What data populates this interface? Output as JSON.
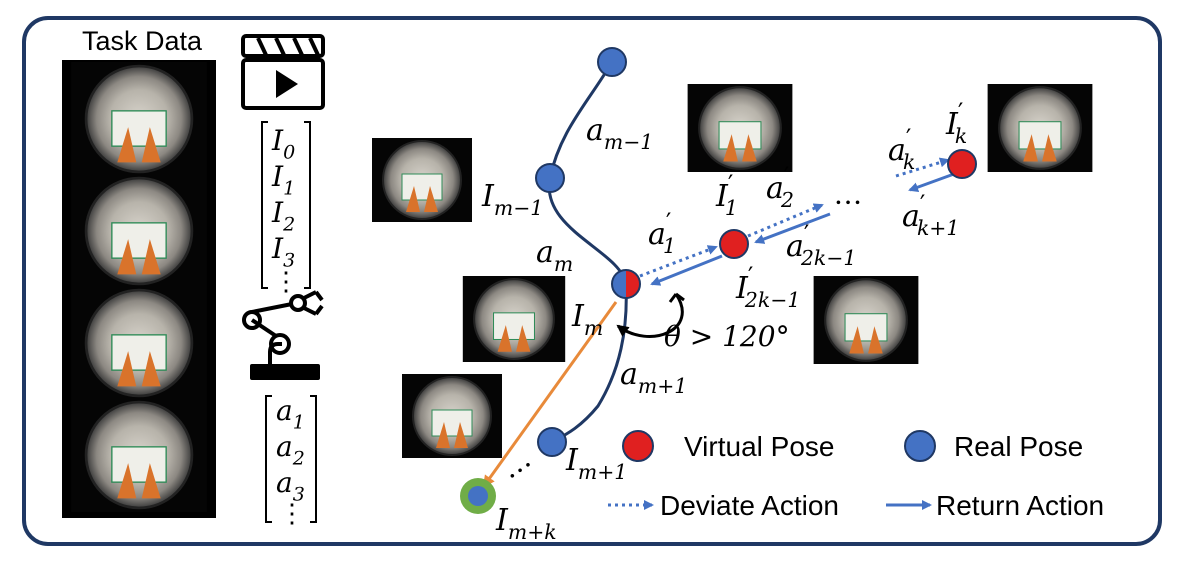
{
  "figure": {
    "task_data_title": "Task Data",
    "image_sequence": [
      "I",
      "I",
      "I",
      "I"
    ],
    "image_subscripts": [
      "0",
      "1",
      "2",
      "3"
    ],
    "action_sequence": [
      "a",
      "a",
      "a"
    ],
    "action_subscripts": [
      "1",
      "2",
      "3"
    ],
    "icons": [
      "film-clapper-icon",
      "robot-arm-icon"
    ]
  },
  "trajectory": {
    "labels": {
      "a_m_minus_1": {
        "base": "a",
        "sub": "m−1",
        "prime": ""
      },
      "I_m_minus_1": {
        "base": "I",
        "sub": "m−1",
        "prime": ""
      },
      "a_m": {
        "base": "a",
        "sub": "m",
        "prime": ""
      },
      "I_m": {
        "base": "I",
        "sub": "m",
        "prime": ""
      },
      "a_m_plus_1": {
        "base": "a",
        "sub": "m+1",
        "prime": ""
      },
      "I_m_plus_1": {
        "base": "I",
        "sub": "m+1",
        "prime": ""
      },
      "I_m_plus_k": {
        "base": "I",
        "sub": "m+k",
        "prime": ""
      },
      "a1p": {
        "base": "a",
        "sub": "1",
        "prime": "′"
      },
      "I1p": {
        "base": "I",
        "sub": "1",
        "prime": "′"
      },
      "a2p": {
        "base": "a",
        "sub": "2",
        "prime": "′"
      },
      "a2k1p": {
        "base": "a",
        "sub": "2k−1",
        "prime": "′"
      },
      "I2k1p": {
        "base": "I",
        "sub": "2k−1",
        "prime": "′"
      },
      "akp": {
        "base": "a",
        "sub": "k",
        "prime": "′"
      },
      "Ikp": {
        "base": "I",
        "sub": "k",
        "prime": "′"
      },
      "ak1p": {
        "base": "a",
        "sub": "k+1",
        "prime": "′"
      }
    },
    "angle_label": "θ > 120°",
    "ellipsis": "⋅⋅⋅"
  },
  "legend": {
    "virtual_pose": "Virtual Pose",
    "real_pose": "Real Pose",
    "deviate_action": "Deviate Action",
    "return_action": "Return Action"
  },
  "colors": {
    "frame": "#1f3864",
    "real_pose": "#4472c4",
    "virtual_pose": "#e02020",
    "return_arrow": "#4472c4",
    "deviate_arrow": "#4472c4",
    "jump_arrow": "#e88a3a",
    "goal_ring": "#70ad47"
  }
}
